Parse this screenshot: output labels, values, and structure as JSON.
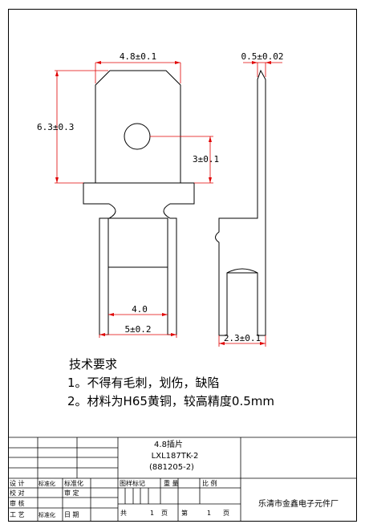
{
  "dimensions": {
    "width_top": "4.8±0.1",
    "height": "6.3±0.3",
    "hole_offset": "3±0.1",
    "leg_inner": "4.0",
    "leg_outer": "5±0.2",
    "thickness": "0.5±0.02",
    "side_bottom": "2.3±0.1"
  },
  "requirements": {
    "heading": "技术要求",
    "item1": "1。不得有毛刺，划伤，缺陷",
    "item2": "2。材料为H65黄铜，较高精度0.5mm"
  },
  "title_block": {
    "part_name": "4.8插片",
    "part_code": "LXL187TK-2",
    "part_sub": "(881205-2)",
    "design": "设 计",
    "standardize": "标准化",
    "check": "校 对",
    "review": "审 定",
    "audit": "审 核",
    "process": "工 艺",
    "date": "日 期",
    "sign1": "标准化",
    "sign2": "标准化",
    "stage_mark": "图样标记",
    "weight": "重 量",
    "scale": "比 例",
    "total": "共",
    "total_pages": "1",
    "page_unit1": "页",
    "page_no_label": "第",
    "page_no": "1",
    "page_unit2": "页",
    "company": "乐清市金鑫电子元件厂"
  }
}
